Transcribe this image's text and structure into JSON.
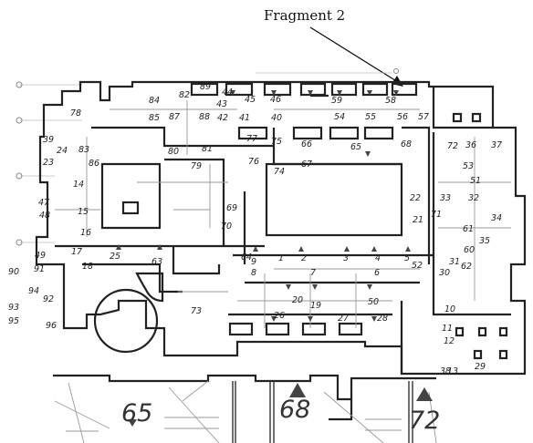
{
  "annotation": {
    "label": "Fragment 2"
  },
  "room_labels": {
    "r1": "1",
    "r2": "2",
    "r3": "3",
    "r4": "4",
    "r5": "5",
    "r6": "6",
    "r7": "7",
    "r8": "8",
    "r9": "9",
    "r10": "10",
    "r11": "11",
    "r12": "12",
    "r13": "13",
    "r14": "14",
    "r15": "15",
    "r16": "16",
    "r17": "17",
    "r18": "18",
    "r19": "19",
    "r20": "20",
    "r21": "21",
    "r22": "22",
    "r23": "23",
    "r24": "24",
    "r25": "25",
    "r26": "26",
    "r27": "27",
    "r28": "28",
    "r29": "29",
    "r30": "30",
    "r31": "31",
    "r32": "32",
    "r33": "33",
    "r34": "34",
    "r35": "35",
    "r36": "36",
    "r37": "37",
    "r38": "38",
    "r39": "39",
    "r40": "40",
    "r41": "41",
    "r42": "42",
    "r43": "43",
    "r44": "44",
    "r45": "45",
    "r46": "46",
    "r47": "47",
    "r48": "48",
    "r49": "49",
    "r50": "50",
    "r51": "51",
    "r52": "52",
    "r53": "53",
    "r54": "54",
    "r55": "55",
    "r56": "56",
    "r57": "57",
    "r58": "58",
    "r59": "59",
    "r60": "60",
    "r61": "61",
    "r62": "62",
    "r63": "63",
    "r64": "64",
    "r65": "65",
    "r66": "66",
    "r67": "67",
    "r68": "68",
    "r69": "69",
    "r70": "70",
    "r71": "71",
    "r72": "72",
    "r73": "73",
    "r74": "74",
    "r75": "75",
    "r76": "76",
    "r77": "77",
    "r78": "78",
    "r79": "79",
    "r80": "80",
    "r81": "81",
    "r82": "82",
    "r83": "83",
    "r84": "84",
    "r85": "85",
    "r86": "86",
    "r87": "87",
    "r88": "88",
    "r89": "89",
    "r90": "90",
    "r91": "91",
    "r92": "92",
    "r93": "93",
    "r94": "94",
    "r95": "95",
    "r96": "96"
  },
  "zoom_labels": {
    "z65": "65",
    "z68": "68",
    "z72": "72"
  },
  "colors": {
    "wall": "#222222",
    "annotation": "#111111",
    "ghost": "#bbbbbb"
  }
}
